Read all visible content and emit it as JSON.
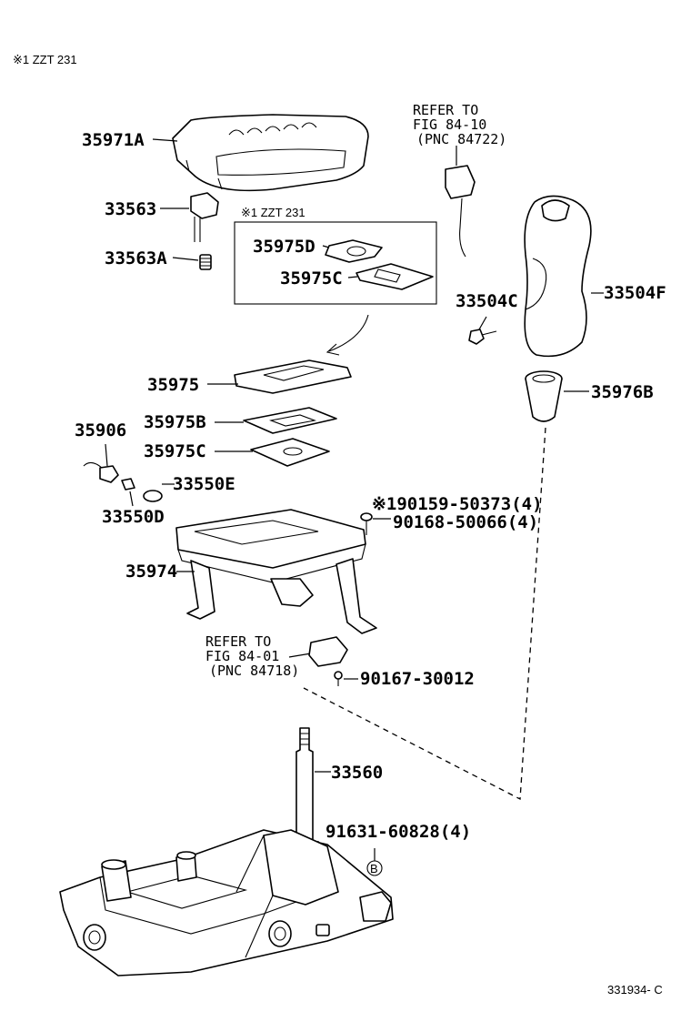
{
  "header": {
    "note": "※1 ZZT 231"
  },
  "footer": {
    "drawing_number": "331934- C"
  },
  "inset": {
    "note": "※1 ZZT 231"
  },
  "refs": [
    {
      "l1": "REFER TO",
      "l2": "FIG 84-10",
      "l3": "(PNC 84722)"
    },
    {
      "l1": "REFER TO",
      "l2": "FIG 84-01",
      "l3": "(PNC 84718)"
    }
  ],
  "parts": {
    "p35971A": "35971A",
    "p33563": "33563",
    "p33563A": "33563A",
    "p35975D": "35975D",
    "p35975C_inset": "35975C",
    "p33504C": "33504C",
    "p33504F": "33504F",
    "p35975": "35975",
    "p35976B": "35976B",
    "p35906": "35906",
    "p35975B": "35975B",
    "p35975C": "35975C",
    "p33550E": "33550E",
    "p33550D": "33550D",
    "p90159": "※190159-50373(4)",
    "p90168": "90168-50066(4)",
    "p35974": "35974",
    "p90167": "90167-30012",
    "p33560": "33560",
    "p91631": "91631-60828(4)",
    "callout_b": "B"
  }
}
